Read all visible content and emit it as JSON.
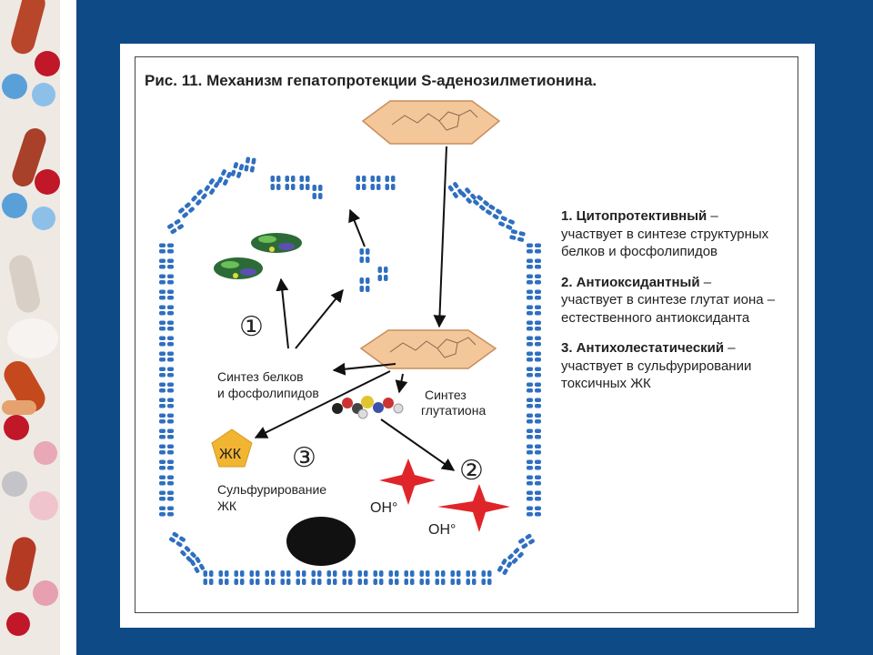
{
  "title": "Рис. 11. Механизм гепатопротекции S-аденозилметионина.",
  "legend": [
    {
      "head": "1. Цитопротективный",
      "body": "участвует в синтезе структурных белков и фосфолипидов"
    },
    {
      "head": "2. Антиоксидантный",
      "body": "участвует в синтезе глутат иона – естественного антиоксиданта"
    },
    {
      "head": "3. Антихолестатический",
      "body": "участвует в сульфурировании токсичных ЖК"
    }
  ],
  "labels": {
    "num1": "①",
    "num2": "②",
    "num3": "③",
    "protein_synthesis_l1": "Синтез белков",
    "protein_synthesis_l2": "и фосфолипидов",
    "glutathione_l1": "Синтез",
    "glutathione_l2": "глутатиона",
    "bile_acid": "ЖК",
    "sulfuration_l1": "Сульфурирование",
    "sulfuration_l2": "ЖК",
    "oh1": "OH°",
    "oh2": "OH°"
  },
  "colors": {
    "background": "#0d4a86",
    "membrane": "#2f6fc0",
    "molecule": "#f3c79a",
    "bile_acid": "#f2b531",
    "radical": "#e0252a",
    "nucleus": "#111111"
  }
}
